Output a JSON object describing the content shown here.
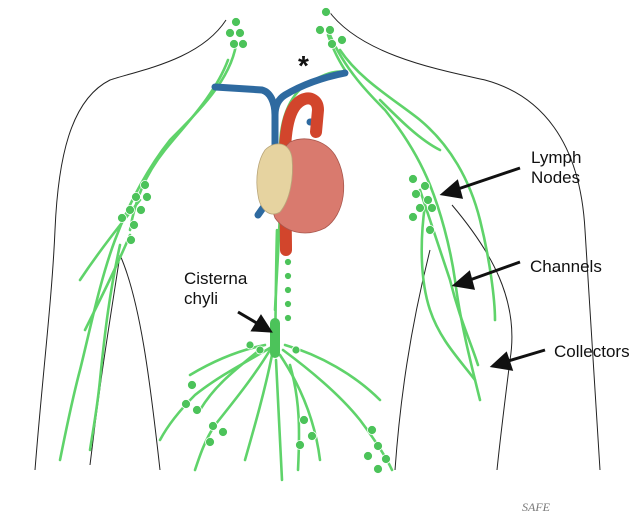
{
  "labels": {
    "lymph_nodes": [
      "Lymph",
      "Nodes"
    ],
    "channels": "Channels",
    "collectors": "Collectors",
    "cisterna_chyli": [
      "Cisterna",
      "chyli"
    ],
    "asterisk": "*"
  },
  "signature": "SAFE",
  "colors": {
    "lymph_green": "#5fd36a",
    "node_green": "#4cc35a",
    "vein_blue": "#2e6aa0",
    "artery_red": "#d2452c",
    "heart_pink": "#d97a6e",
    "atrium_beige": "#e6d3a0",
    "outline": "#222222"
  }
}
